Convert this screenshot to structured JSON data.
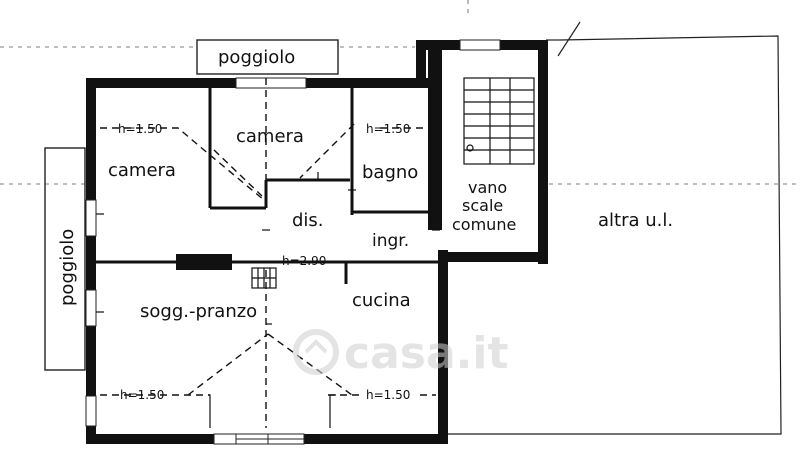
{
  "rooms": {
    "poggiolo_top": "poggiolo",
    "poggiolo_left": "poggiolo",
    "camera_left": "camera",
    "camera_center": "camera",
    "bagno": "bagno",
    "dis": "dis.",
    "ingr": "ingr.",
    "vano_line1": "vano",
    "vano_line2": "scale",
    "vano_line3": "comune",
    "altra": "altra u.l.",
    "cucina": "cucina",
    "soggiorno": "sogg.-pranzo"
  },
  "heights": {
    "h_camera_left": "h=1.50",
    "h_bagno": "h=1.50",
    "h_dis": "h=2.90",
    "h_sogg_left": "h=1.50",
    "h_sogg_right": "h=1.50"
  },
  "watermark": "casa.it",
  "colors": {
    "wall": "#111111",
    "line": "#222222",
    "watermark": "#cfcfcf"
  }
}
